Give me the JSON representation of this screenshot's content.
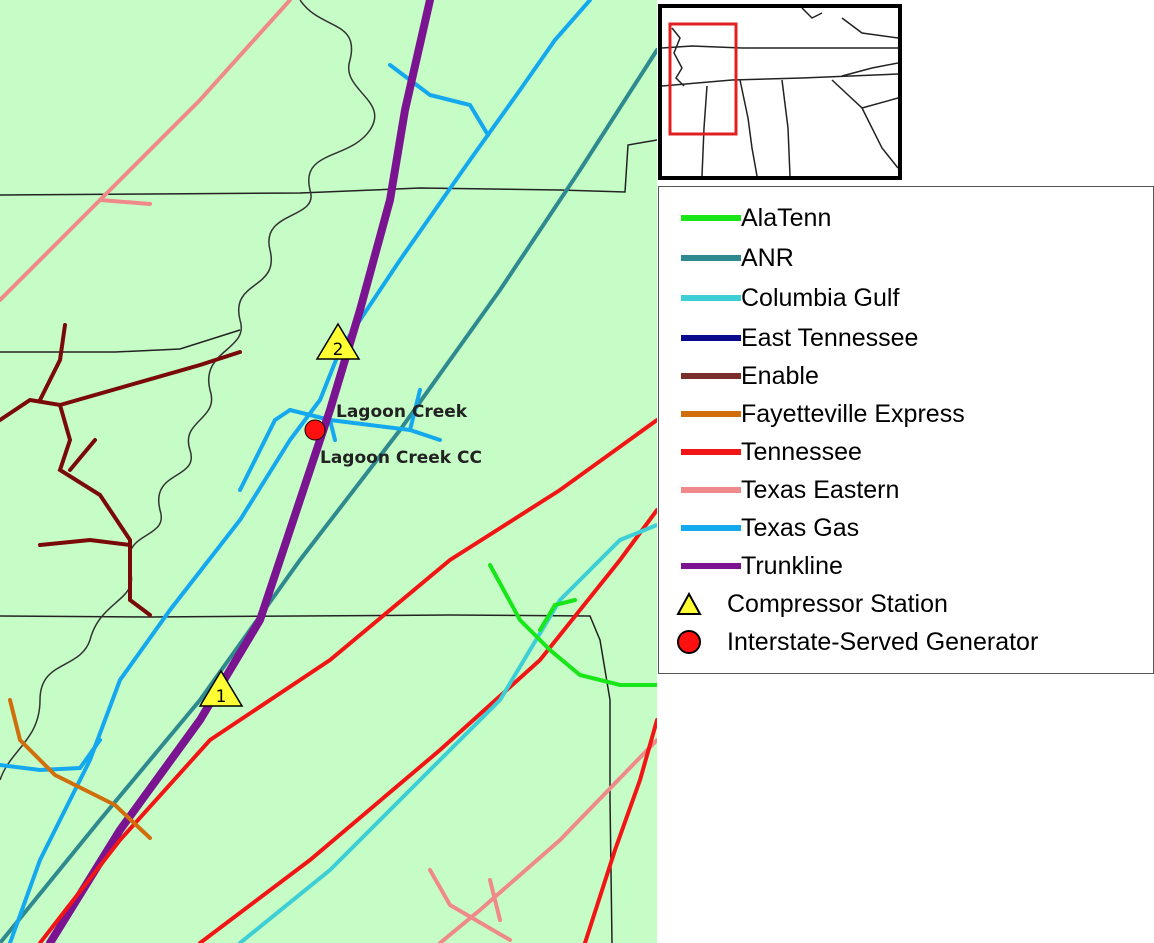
{
  "map": {
    "background_color": "#c6fcc6",
    "labels": {
      "plant_label": "Lagoon Creek",
      "plant_cc_label": "Lagoon Creek CC"
    },
    "compressor_stations": [
      {
        "label": "1"
      },
      {
        "label": "2"
      }
    ]
  },
  "inset": {
    "highlight_color": "#e02020"
  },
  "legend": {
    "pipelines": [
      {
        "name": "AlaTenn",
        "color": "#19e619"
      },
      {
        "name": "ANR",
        "color": "#2e8a8e"
      },
      {
        "name": "Columbia Gulf",
        "color": "#3ccfd6"
      },
      {
        "name": "East Tennessee",
        "color": "#0a0a8c"
      },
      {
        "name": "Enable",
        "color": "#7a2e2a"
      },
      {
        "name": "Fayetteville Express",
        "color": "#d06e0c"
      },
      {
        "name": "Tennessee",
        "color": "#f21515"
      },
      {
        "name": "Texas Eastern",
        "color": "#f08a8a"
      },
      {
        "name": "Texas Gas",
        "color": "#14a8ee"
      },
      {
        "name": "Trunkline",
        "color": "#7a1490"
      }
    ],
    "symbols": [
      {
        "name": "Compressor Station",
        "icon": "yellow-triangle-icon",
        "color": "#ffff33"
      },
      {
        "name": "Interstate-Served Generator",
        "icon": "red-circle-icon",
        "color": "#ff1010"
      }
    ]
  }
}
